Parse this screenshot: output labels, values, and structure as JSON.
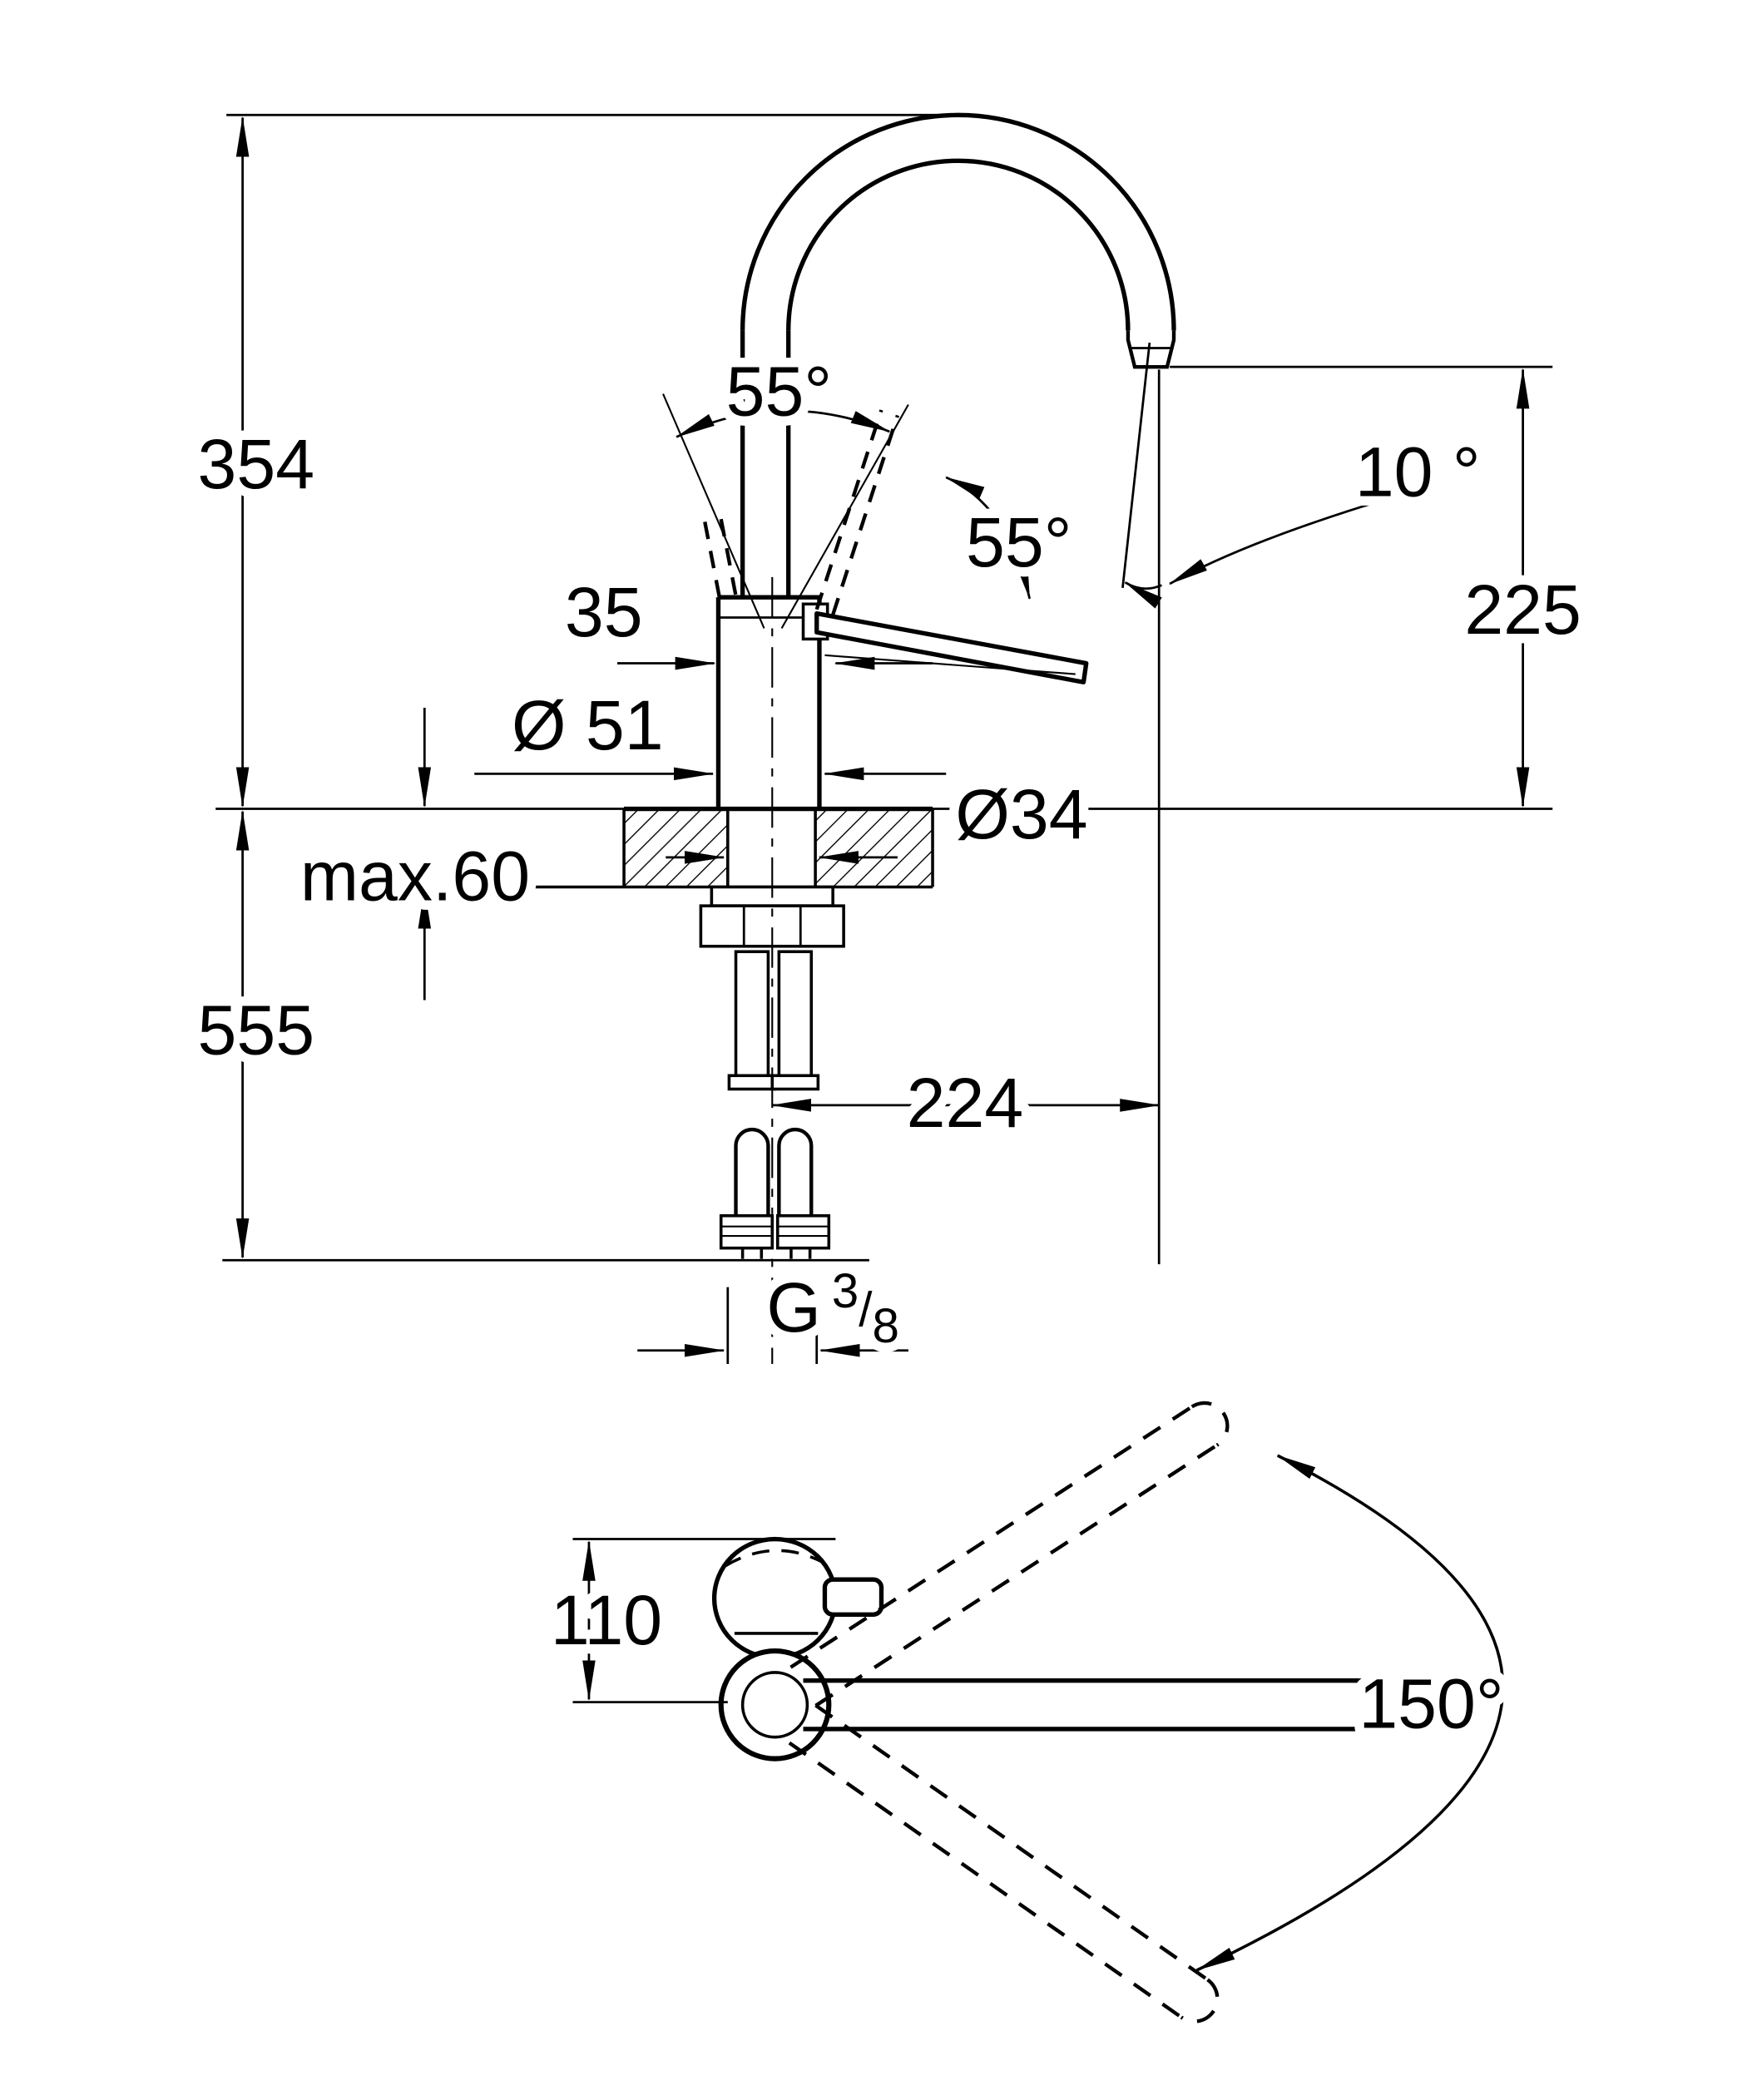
{
  "colors": {
    "line": "#000000",
    "background": "#ffffff"
  },
  "side_view": {
    "dimensions": {
      "total_height": "354",
      "below_counter_height": "555",
      "counter_max_thickness": "max.60",
      "lever_offset": "35",
      "body_diameter": "Ø 51",
      "hole_diameter": "Ø34",
      "outlet_height": "225",
      "reach": "224",
      "outlet_angle": "10 °",
      "lever_angle_left": "55°",
      "lever_angle_right": "55°",
      "thread": {
        "prefix": "G",
        "numerator": "3",
        "slash": "/",
        "denominator": "8"
      }
    }
  },
  "top_view": {
    "dimensions": {
      "body_depth": "110",
      "swivel_range": "150°"
    }
  }
}
